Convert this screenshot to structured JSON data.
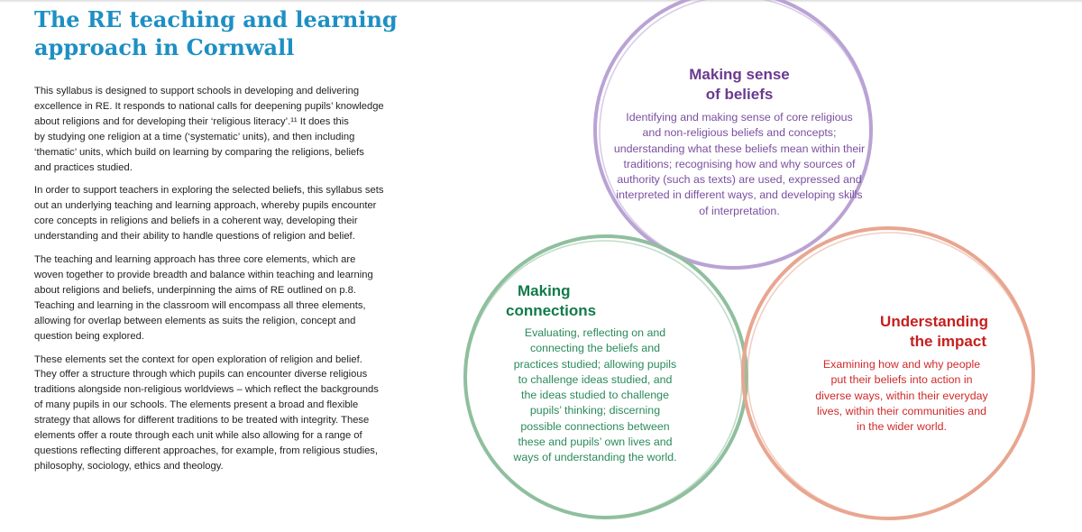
{
  "page": {
    "title_lines": [
      "The RE teaching and learning",
      "approach in Cornwall"
    ],
    "paragraphs": [
      [
        "This syllabus is designed to support schools in developing and delivering",
        "excellence in RE. It responds to national calls for deepening pupils’ knowledge",
        "about religions and for developing their ‘religious literacy’.¹¹ It does this",
        "by studying one religion at a time (‘systematic’ units), and then including",
        "‘thematic’ units, which build on learning by comparing the religions, beliefs",
        "and practices studied."
      ],
      [
        "In order to support teachers in exploring the selected beliefs, this syllabus sets",
        "out an underlying teaching and learning approach, whereby pupils encounter",
        "core concepts in religions and beliefs in a coherent way, developing their",
        "understanding and their ability to handle questions of religion and belief."
      ],
      [
        "The teaching and learning approach has three core elements, which are",
        "woven together to provide breadth and balance within teaching and learning",
        "about religions and beliefs, underpinning the aims of RE outlined on p.8.",
        "Teaching and learning in the classroom will encompass all three elements,",
        "allowing for overlap between elements as suits the religion, concept and",
        "question being explored."
      ],
      [
        "These elements set the context for open exploration of religion and belief.",
        "They offer a structure through which pupils can encounter diverse religious",
        "traditions alongside non-religious worldviews – which reflect the backgrounds",
        "of many pupils in our schools. The elements present a broad and flexible",
        "strategy that allows for different traditions to be treated with integrity. These",
        "elements offer a route through each unit while also allowing for a range of",
        "questions reflecting different approaches, for example, from religious studies,",
        "philosophy, sociology, ethics and theology."
      ]
    ]
  },
  "venn": {
    "colors": {
      "purple": "#b9a3d4",
      "green": "#8fbf9e",
      "red": "#e8a690"
    },
    "beliefs": {
      "heading_lines": [
        "Making sense",
        "of beliefs"
      ],
      "body_lines": [
        "Identifying and making sense of core religious",
        "and non-religious beliefs and concepts;",
        "understanding what these beliefs mean within their",
        "traditions; recognising how and why sources of",
        "authority (such as texts) are used, expressed and",
        "interpreted in different ways, and developing skills",
        "of interpretation."
      ]
    },
    "connections": {
      "heading_lines": [
        "Making",
        "connections"
      ],
      "body_lines": [
        "Evaluating, reflecting on and",
        "connecting the beliefs and",
        "practices studied; allowing pupils",
        "to challenge ideas studied, and",
        "the ideas studied to challenge",
        "pupils’ thinking; discerning",
        "possible connections between",
        "these and pupils’ own lives and",
        "ways of understanding the world."
      ]
    },
    "impact": {
      "heading_lines": [
        "Understanding",
        "the impact"
      ],
      "body_lines": [
        "Examining how and why people",
        "put their beliefs into action in",
        "diverse ways, within their everyday",
        "lives, within their communities and",
        "in the wider world."
      ]
    }
  }
}
